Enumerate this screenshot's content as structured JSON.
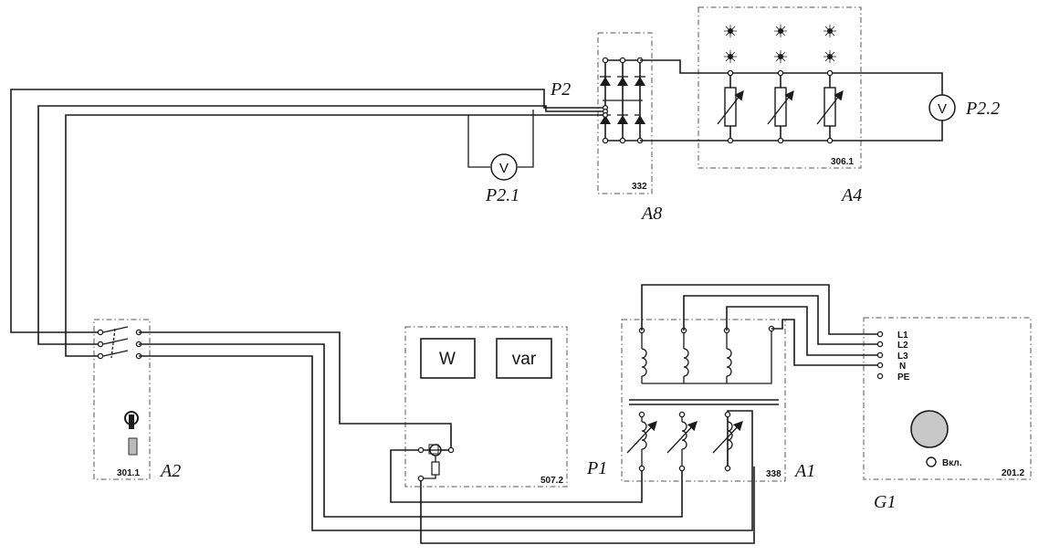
{
  "modules": {
    "a8": {
      "code": "332",
      "label": "A8"
    },
    "a4": {
      "code": "306.1",
      "label": "A4"
    },
    "a2": {
      "code": "301.1",
      "label": "A2"
    },
    "m5072": {
      "code": "507.2",
      "watt_label": "W",
      "var_label": "var"
    },
    "a1": {
      "code": "338",
      "label": "A1"
    },
    "g1": {
      "code": "201.2",
      "label": "G1",
      "on_label": "Вкл.",
      "phases": [
        "L1",
        "L2",
        "L3",
        "N",
        "PE"
      ]
    }
  },
  "meters": {
    "p2": {
      "label": "P2"
    },
    "p21": {
      "label": "P2.1",
      "symbol": "V"
    },
    "p22": {
      "label": "P2.2",
      "symbol": "V"
    },
    "p1": {
      "label": "P1"
    }
  }
}
